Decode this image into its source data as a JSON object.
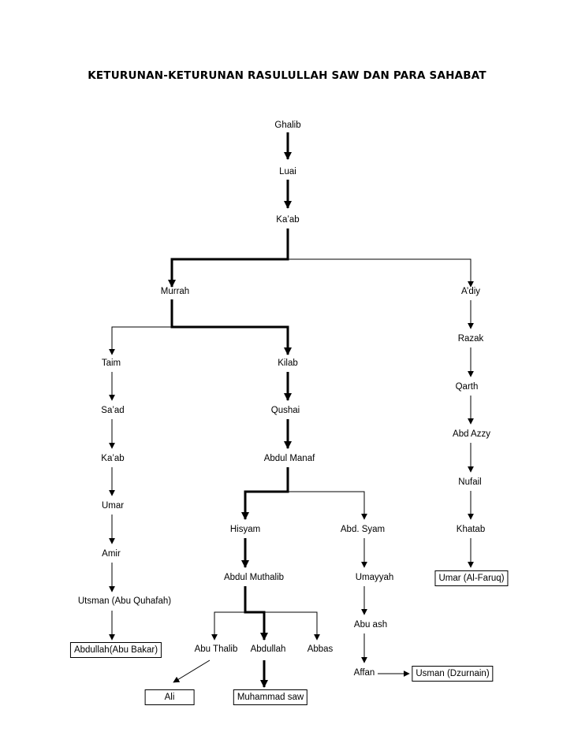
{
  "title": "KETURUNAN-KETURUNAN RASULULLAH SAW DAN PARA SAHABAT",
  "nodes": {
    "ghalib": "Ghalib",
    "luai": "Luai",
    "kaab_top": "Ka’ab",
    "murrah": "Murrah",
    "adiy": "A’diy",
    "razak": "Razak",
    "qarth": "Qarth",
    "abd_azzy": "Abd Azzy",
    "nufail": "Nufail",
    "khatab": "Khatab",
    "umar_alfaruq": "Umar (Al-Faruq)",
    "taim": "Taim",
    "saad": "Sa’ad",
    "kaab_left": "Ka’ab",
    "umar": "Umar",
    "amir": "Amir",
    "utsman_abu_quhafah": "Utsman (Abu Quhafah)",
    "abdullah_abu_bakar": "Abdullah(Abu Bakar)",
    "kilab": "Kilab",
    "qushai": "Qushai",
    "abdul_manaf": "Abdul Manaf",
    "hisyam": "Hisyam",
    "abd_syam": "Abd. Syam",
    "abdul_muthalib": "Abdul Muthalib",
    "umayyah": "Umayyah",
    "abu_ash": "Abu ash",
    "affan": "Affan",
    "usman_dzurnain": "Usman (Dzurnain)",
    "abu_thalib": "Abu Thalib",
    "abdullah": "Abdullah",
    "abbas": "Abbas",
    "ali": "Ali",
    "muhammad_saw": "Muhammad saw"
  }
}
